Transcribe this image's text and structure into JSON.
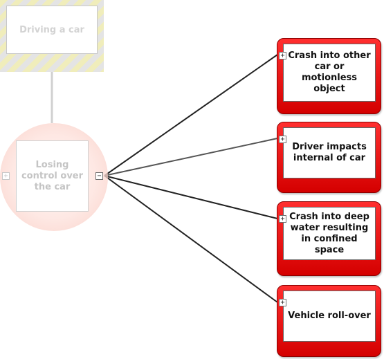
{
  "hazard": {
    "label": "Driving a car"
  },
  "top_event": {
    "label": "Losing control over the car",
    "expand_symbol": "+",
    "collapse_symbol": "−"
  },
  "threats": [
    {
      "label": "Crash into other car or motionless object",
      "expand_symbol": "+"
    },
    {
      "label": "Driver impacts internal of car",
      "expand_symbol": "+"
    },
    {
      "label": "Crash into deep water resulting in confined space",
      "expand_symbol": "+"
    },
    {
      "label": "Vehicle roll-over",
      "expand_symbol": "+"
    }
  ],
  "colors": {
    "threat_fill": "#ff2f2f",
    "threat_border": "#8a0000",
    "hazard_stripe_yellow": "#e5e084",
    "hazard_stripe_grey": "#cfcfcf",
    "top_event_ring": "#f9c2b7"
  }
}
